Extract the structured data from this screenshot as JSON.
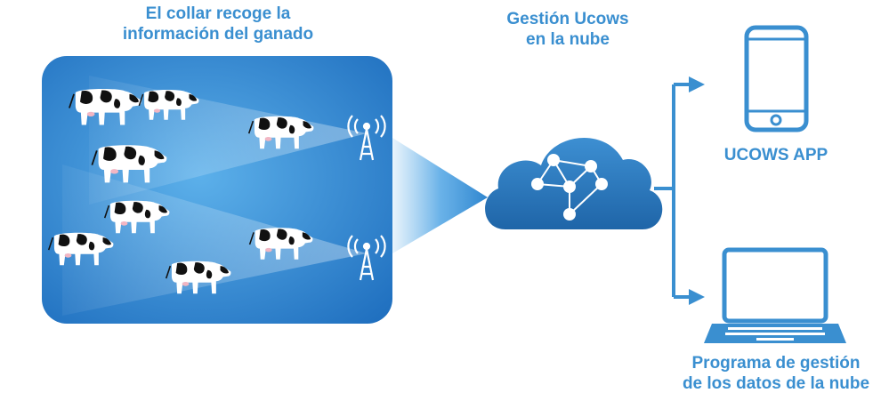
{
  "captions": {
    "collar": [
      "El collar recoge la",
      "información del ganado"
    ],
    "cloud": [
      "Gestión Ucows",
      "en la nube"
    ],
    "app": "UCOWS APP",
    "program": [
      "Programa de gestión",
      "de los datos de la nube"
    ]
  },
  "colors": {
    "primary": "#3a8fd0",
    "field_light": "#4fa6e6",
    "field_dark": "#1f73c2",
    "cloud": "#2d7dc2"
  },
  "icons": {
    "antenna": "radio-tower-icon",
    "cloud": "cloud-network-icon",
    "phone": "smartphone-icon",
    "laptop": "laptop-icon",
    "cow": "cow-icon"
  }
}
